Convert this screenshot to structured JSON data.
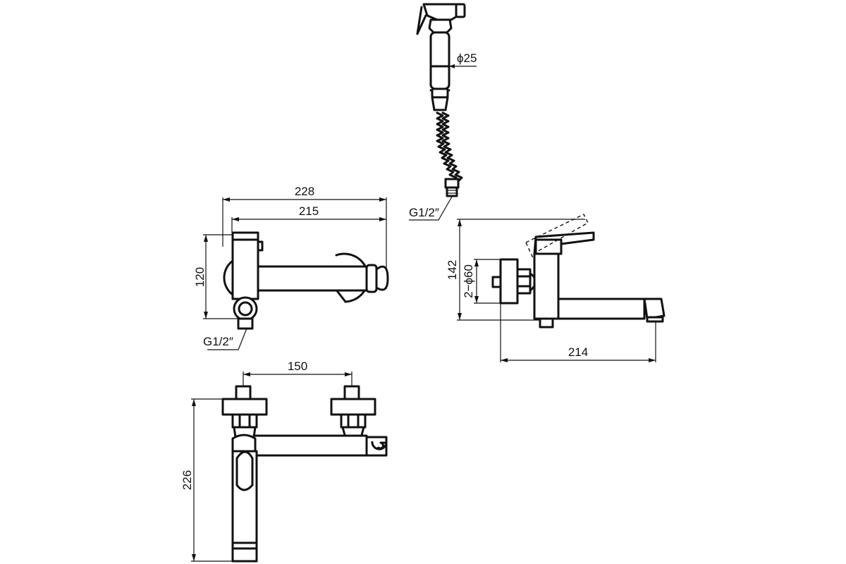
{
  "shower": {
    "diameter_label": "ϕ25",
    "thread_label": "G1/2″"
  },
  "top_view": {
    "overall_width_label": "228",
    "width_label": "215",
    "height_label": "120",
    "thread_label": "G1/2″"
  },
  "side_view": {
    "height_label": "142",
    "flange_label": "2−ϕ60",
    "spout_length_label": "214"
  },
  "front_view": {
    "centers_label": "150",
    "height_label": "226"
  }
}
